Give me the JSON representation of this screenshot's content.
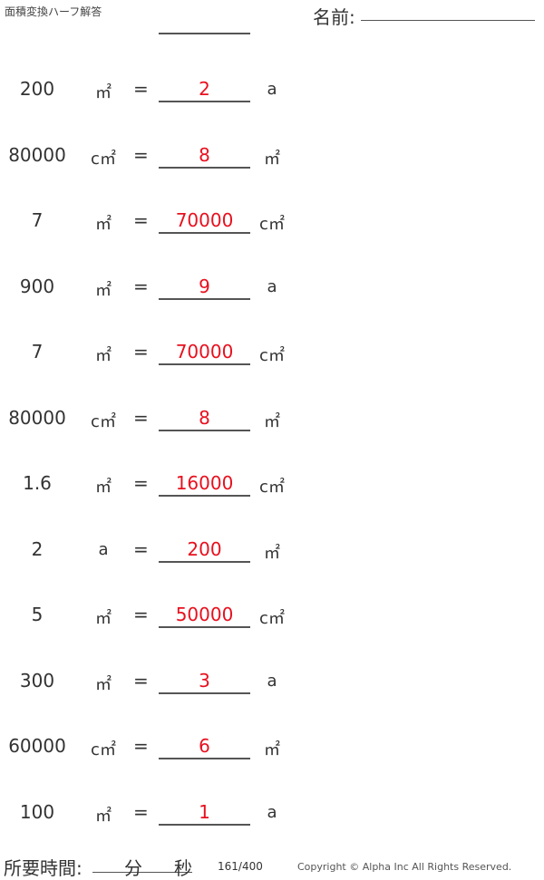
{
  "header": {
    "title": "面積変換ハーフ解答",
    "name_label": "名前:"
  },
  "problems": [
    {
      "value": "200",
      "from": "㎡",
      "answer": "2",
      "to": "a"
    },
    {
      "value": "80000",
      "from": "c㎡",
      "answer": "8",
      "to": "㎡"
    },
    {
      "value": "7",
      "from": "㎡",
      "answer": "70000",
      "to": "c㎡"
    },
    {
      "value": "900",
      "from": "㎡",
      "answer": "9",
      "to": "a"
    },
    {
      "value": "7",
      "from": "㎡",
      "answer": "70000",
      "to": "c㎡"
    },
    {
      "value": "80000",
      "from": "c㎡",
      "answer": "8",
      "to": "㎡"
    },
    {
      "value": "1.6",
      "from": "㎡",
      "answer": "16000",
      "to": "c㎡"
    },
    {
      "value": "2",
      "from": "a",
      "answer": "200",
      "to": "㎡"
    },
    {
      "value": "5",
      "from": "㎡",
      "answer": "50000",
      "to": "c㎡"
    },
    {
      "value": "300",
      "from": "㎡",
      "answer": "3",
      "to": "a"
    },
    {
      "value": "60000",
      "from": "c㎡",
      "answer": "6",
      "to": "㎡"
    },
    {
      "value": "100",
      "from": "㎡",
      "answer": "1",
      "to": "a"
    }
  ],
  "equals": "=",
  "footer": {
    "time_label": "所要時間:",
    "minutes": "分",
    "seconds": "秒",
    "page": "161/400",
    "copyright": "Copyright © Alpha Inc All Rights Reserved."
  }
}
